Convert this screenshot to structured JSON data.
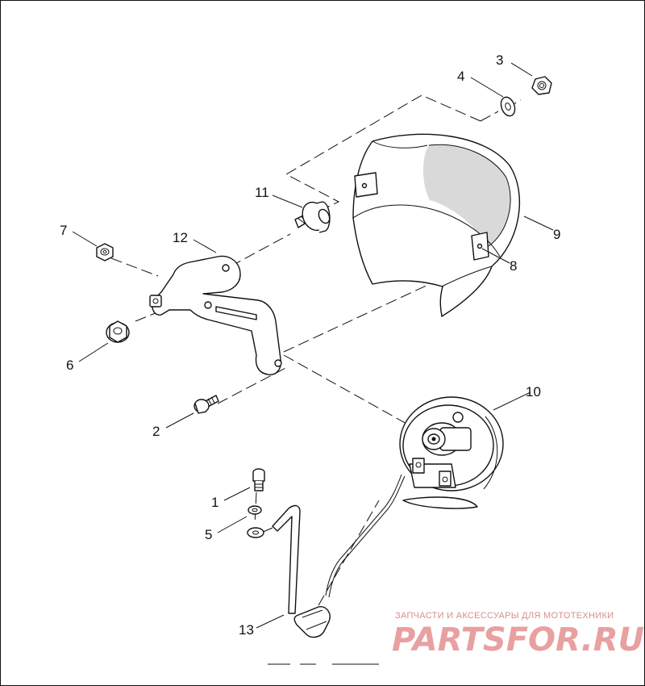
{
  "callouts": {
    "c1": "1",
    "c2": "2",
    "c3": "3",
    "c4": "4",
    "c5": "5",
    "c6": "6",
    "c7": "7",
    "c8": "8",
    "c9": "9",
    "c10": "10",
    "c11": "11",
    "c12": "12",
    "c13": "13"
  },
  "watermark": {
    "tagline": "ЗАПЧАСТИ И АКСЕССУАРЫ ДЛЯ МОТОТЕХНИКИ",
    "logo": "PARTSFOR.RU",
    "color": "#e8a0a0"
  },
  "colors": {
    "line": "#111111",
    "background": "#ffffff",
    "shade": "#d9d9d9"
  }
}
